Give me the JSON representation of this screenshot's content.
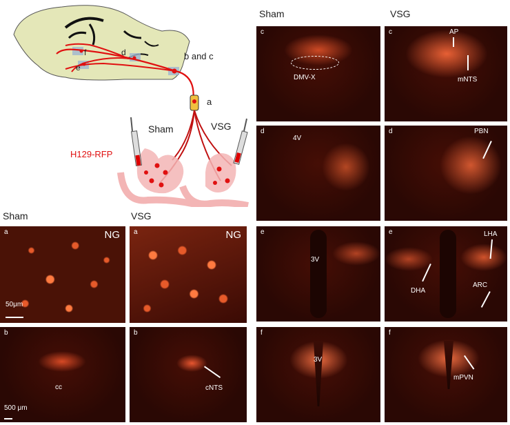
{
  "headers": {
    "sham_top": "Sham",
    "vsg_top": "VSG",
    "sham_left": "Sham",
    "vsg_left": "VSG"
  },
  "diagram": {
    "label_f": "f",
    "label_d": "d",
    "label_e": "e",
    "label_bc": "b and c",
    "label_a": "a",
    "label_sham": "Sham",
    "label_vsg": "VSG",
    "virus": "H129-RFP"
  },
  "panels": {
    "ng_sham": {
      "letter": "a",
      "region": "NG",
      "scale": "50μm"
    },
    "ng_vsg": {
      "letter": "a",
      "region": "NG"
    },
    "b_sham": {
      "letter": "b",
      "ann": "cc",
      "scale": "500 μm"
    },
    "b_vsg": {
      "letter": "b",
      "ann": "cNTS"
    },
    "c_sham": {
      "letter": "c",
      "ann": "DMV-X"
    },
    "c_vsg": {
      "letter": "c",
      "ann1": "AP",
      "ann2": "mNTS"
    },
    "d_sham": {
      "letter": "d",
      "ann": "4V"
    },
    "d_vsg": {
      "letter": "d",
      "ann": "PBN"
    },
    "e_sham": {
      "letter": "e",
      "ann": "3V"
    },
    "e_vsg": {
      "letter": "e",
      "ann1": "LHA",
      "ann2": "DHA",
      "ann3": "ARC"
    },
    "f_sham": {
      "letter": "f",
      "ann": "3V"
    },
    "f_vsg": {
      "letter": "f",
      "ann": "mPVN"
    }
  },
  "colors": {
    "fluor": "#d8401c",
    "tract": "#e01010",
    "brain": "#e4e7b8"
  }
}
